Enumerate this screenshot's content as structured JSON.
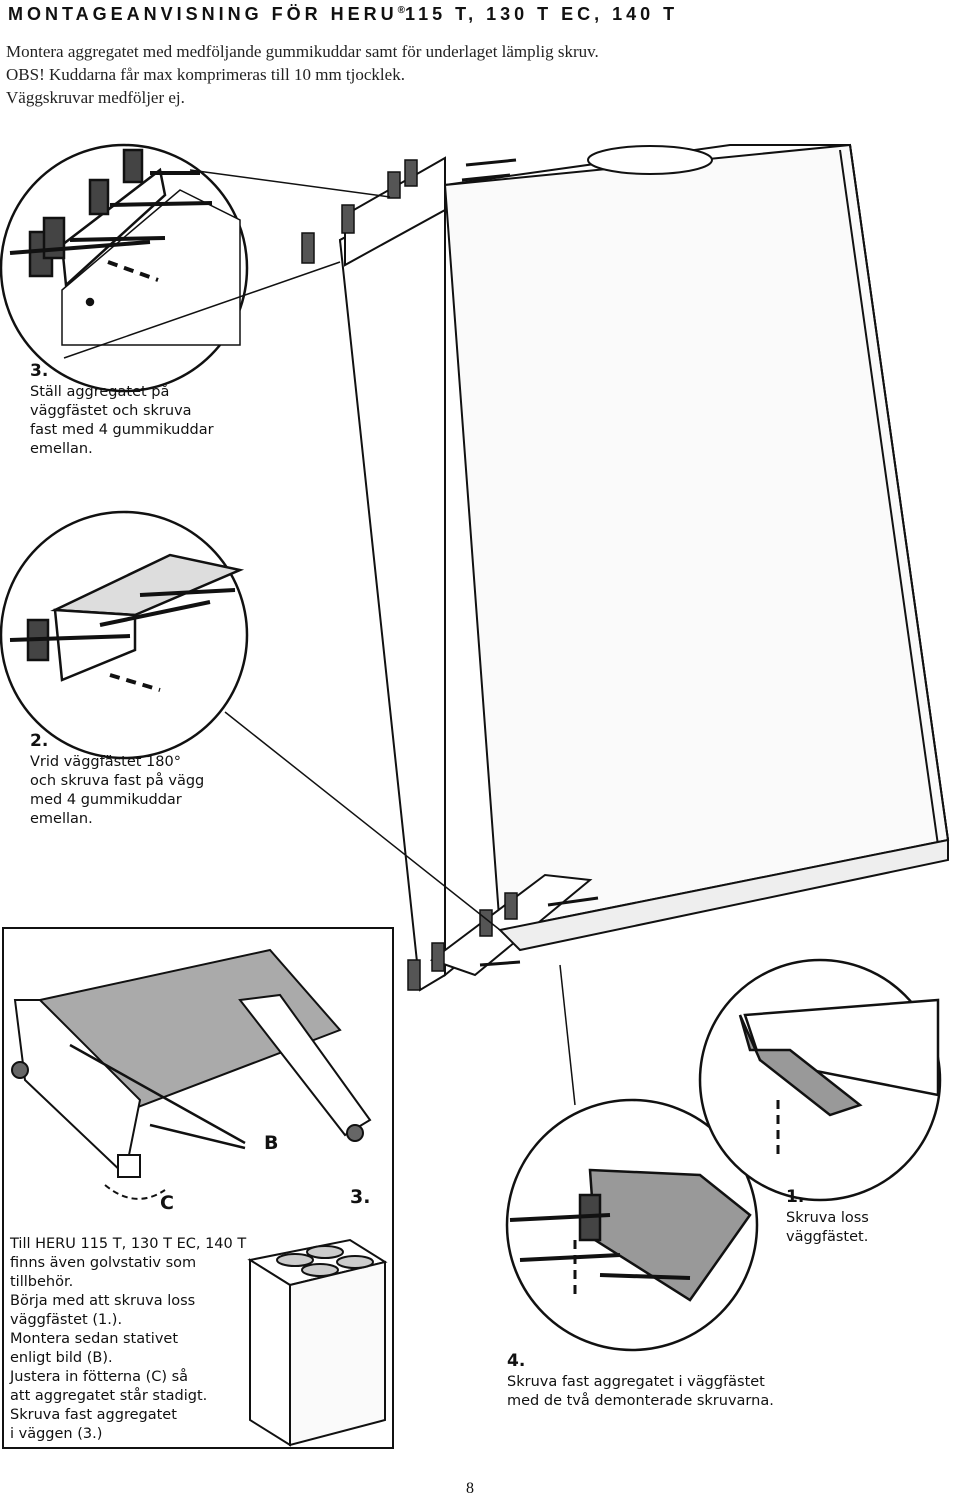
{
  "header": {
    "title": "MONTAGEANVISNING FÖR HERU",
    "registered": "®",
    "models": "115 T, 130 T EC, 140 T"
  },
  "intro": {
    "line1": "Montera aggregatet med medföljande gummikuddar samt för underlaget lämplig skruv.",
    "line2": "OBS! Kuddarna får max komprimeras till 10 mm tjocklek.",
    "line3": "Väggskruvar medföljer ej."
  },
  "step3": {
    "number": "3.",
    "lines": [
      "Ställ aggregatet på",
      "väggfästet och skruva",
      "fast med 4 gummikuddar",
      "emellan."
    ]
  },
  "step2": {
    "number": "2.",
    "lines": [
      "Vrid väggfästet 180°",
      "och skruva fast på vägg",
      "med 4 gummikuddar",
      "emellan."
    ]
  },
  "labels": {
    "b": "B",
    "c": "C",
    "three": "3."
  },
  "box": {
    "lines": [
      "Till HERU 115 T, 130 T EC, 140 T",
      "finns även golvstativ som",
      "tillbehör.",
      "Börja med att skruva loss",
      "väggfästet (1.).",
      "Montera sedan stativet",
      "enligt bild (B).",
      "Justera in fötterna (C) så",
      "att aggregatet står stadigt.",
      "Skruva fast aggregatet",
      "i väggen (3.)"
    ]
  },
  "step1": {
    "number": "1.",
    "lines": [
      "Skruva loss",
      "väggfästet."
    ]
  },
  "step4": {
    "number": "4.",
    "lines": [
      "Skruva fast aggregatet i väggfästet",
      "med de två demonterade skruvarna."
    ]
  },
  "page": {
    "number": "8"
  }
}
